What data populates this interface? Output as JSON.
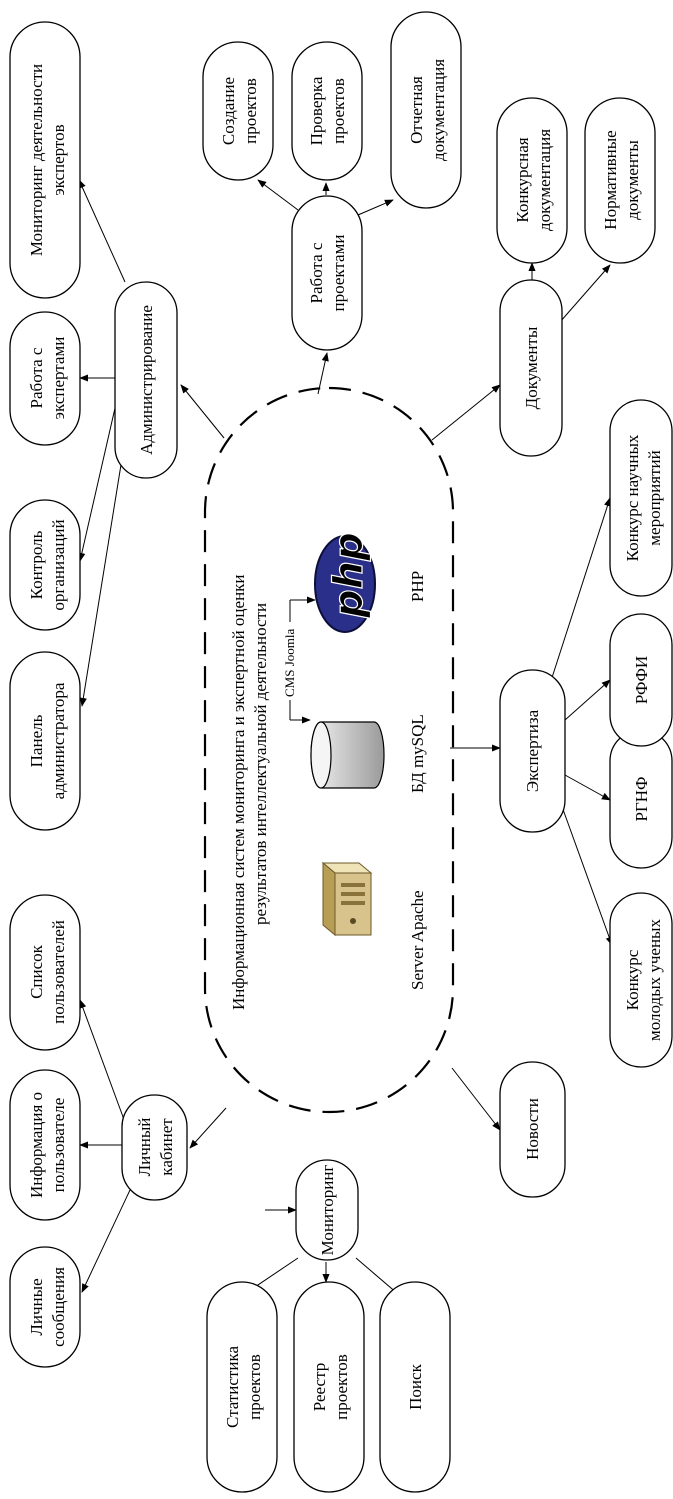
{
  "center": {
    "title_line1": "Информационная систем мониторинга и экспертной оценки",
    "title_line2": "результатов интеллектуальной деятельности",
    "server_label": "Server Apache",
    "db_label": "БД mySQL",
    "php_label": "PHP",
    "cms_label": "CMS Joomla",
    "php_logo_text": "php"
  },
  "nodes": {
    "admin": "Администрирование",
    "admin_panel_1": "Панель",
    "admin_panel_2": "администратора",
    "org_control_1": "Контроль",
    "org_control_2": "организаций",
    "experts_work_1": "Работа с",
    "experts_work_2": "экспертами",
    "experts_monitor_1": "Мониторинг деятельности",
    "experts_monitor_2": "экспертов",
    "projects_work_1": "Работа с",
    "projects_work_2": "проектами",
    "proj_create_1": "Создание",
    "proj_create_2": "проектов",
    "proj_check_1": "Проверка",
    "proj_check_2": "проектов",
    "report_docs_1": "Отчетная",
    "report_docs_2": "документация",
    "documents": "Документы",
    "contest_docs_1": "Конкурсная",
    "contest_docs_2": "документация",
    "norm_docs_1": "Нормативные",
    "norm_docs_2": "документы",
    "expertise": "Экспертиза",
    "young_1": "Конкурс",
    "young_2": "молодых ученых",
    "rgnf": "РГНФ",
    "rffi": "РФФИ",
    "events_1": "Конкурс научных",
    "events_2": "мероприятий",
    "news": "Новости",
    "cabinet_1": "Личный",
    "cabinet_2": "кабинет",
    "users_list_1": "Список",
    "users_list_2": "пользователей",
    "user_info_1": "Информация о",
    "user_info_2": "пользователе",
    "messages_1": "Личные",
    "messages_2": "сообщения",
    "monitoring": "Мониторинг",
    "stats_1": "Статистика",
    "stats_2": "проектов",
    "registry_1": "Реестр",
    "registry_2": "проектов",
    "search": "Поиск"
  },
  "colors": {
    "php_logo_fill": "#2a2f8a",
    "server_fill": "#d8c38c",
    "db_fill": "#c8c8c8"
  }
}
